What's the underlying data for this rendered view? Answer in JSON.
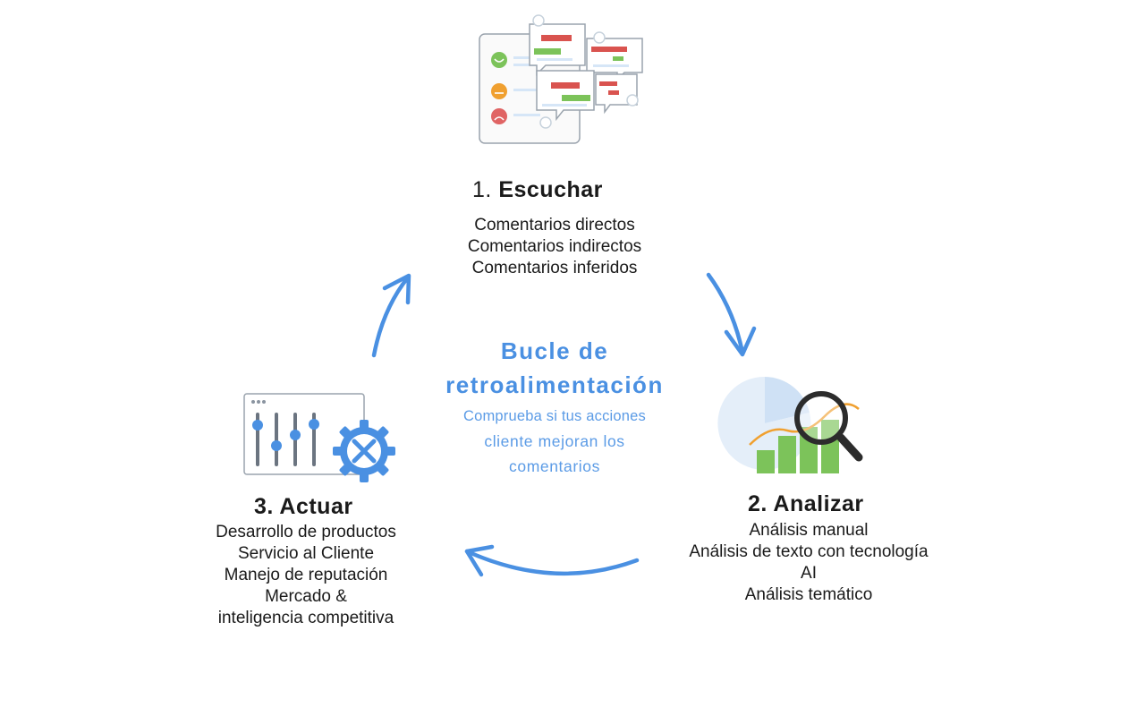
{
  "center": {
    "title_line1": "Bucle de",
    "title_line2": "retroalimentación",
    "sub_line1": "Comprueba si tus acciones",
    "sub_line2": "cliente mejoran los",
    "sub_line3": "comentarios"
  },
  "steps": [
    {
      "number": "1.",
      "title": "Escuchar",
      "icon": "feedback-chat-icon",
      "items": [
        "Comentarios directos",
        "Comentarios indirectos",
        "Comentarios inferidos"
      ]
    },
    {
      "number": "2.",
      "title": "Analizar",
      "icon": "analysis-chart-magnifier-icon",
      "items": [
        "Análisis manual",
        "Análisis de texto con tecnología",
        "AI",
        "Análisis temático"
      ]
    },
    {
      "number": "3.",
      "title": "Actuar",
      "icon": "settings-sliders-gear-icon",
      "items": [
        "Desarrollo de productos",
        "Servicio al Cliente",
        "Manejo de reputación",
        "Mercado &",
        "inteligencia competitiva"
      ]
    }
  ],
  "colors": {
    "arrow": "#4a90e2",
    "accent_text": "#4a90e2",
    "green": "#7cc35a",
    "red": "#d9534f",
    "orange": "#f0a030",
    "pie": "#d6e6f7"
  }
}
